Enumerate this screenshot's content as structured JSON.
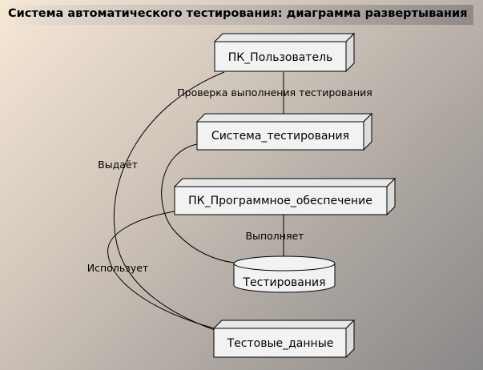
{
  "title": "Система автоматического тестирования: диаграмма развертывания",
  "nodes": {
    "pc_user": "ПК_Пользователь",
    "test_system": "Система_тестирования",
    "pc_software": "ПК_Программное_обеспечение",
    "testing": "Тестирования",
    "test_data": "Тестовые_данные"
  },
  "edges": {
    "check": "Проверка выполнения тестирования",
    "issues": "Выдаёт",
    "executes": "Выполняет",
    "uses": "Использует"
  },
  "colors": {
    "node_fill": "#f2f2f2",
    "node_side": "#e6e6e6",
    "stroke": "#000000"
  }
}
